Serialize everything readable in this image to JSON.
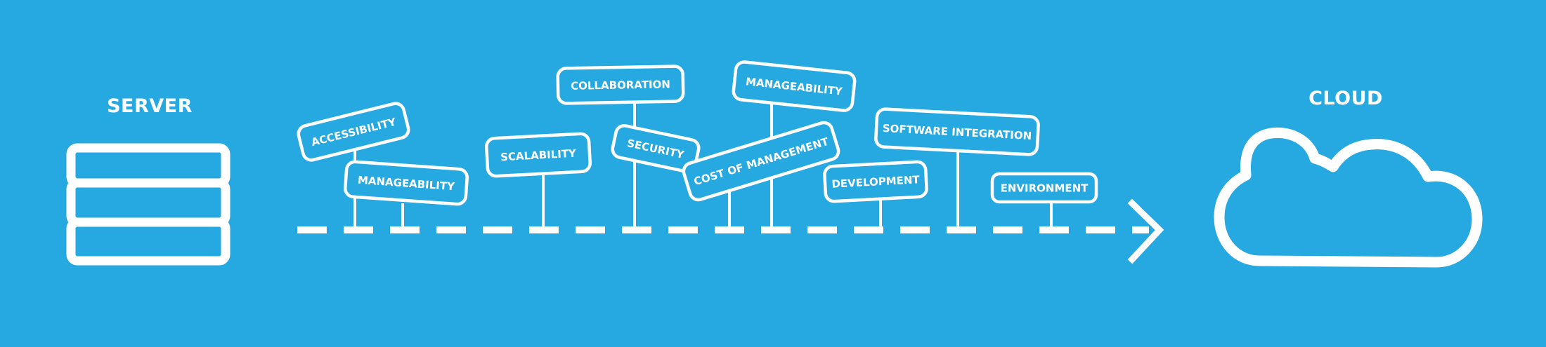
{
  "server": {
    "label": "SERVER"
  },
  "cloud": {
    "label": "CLOUD"
  },
  "signs": [
    {
      "text": "ACCESSIBILITY"
    },
    {
      "text": "MANAGEABILITY"
    },
    {
      "text": "SCALABILITY"
    },
    {
      "text": "COLLABORATION"
    },
    {
      "text": "SECURITY"
    },
    {
      "text": "COST OF MANAGEMENT"
    },
    {
      "text": "MANAGEABILITY"
    },
    {
      "text": "DEVELOPMENT"
    },
    {
      "text": "SOFTWARE INTEGRATION"
    },
    {
      "text": "ENVIRONMENT"
    }
  ],
  "colors": {
    "background": "#26a8e1",
    "foreground": "#ffffff"
  }
}
